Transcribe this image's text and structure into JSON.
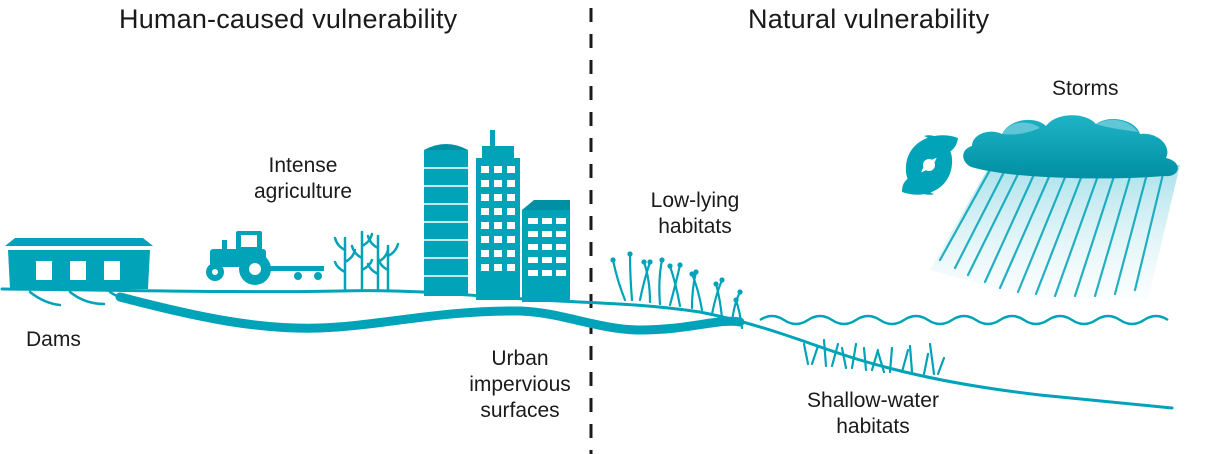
{
  "headings": {
    "left": "Human-caused vulnerability",
    "right": "Natural vulnerability"
  },
  "labels": {
    "dams": "Dams",
    "agriculture": [
      "Intense",
      "agriculture"
    ],
    "urban": [
      "Urban",
      "impervious",
      "surfaces"
    ],
    "low_lying": [
      "Low-lying",
      "habitats"
    ],
    "shallow_water": [
      "Shallow-water",
      "habitats"
    ],
    "storms": "Storms"
  },
  "icons": [
    "dam-icon",
    "tractor-icon",
    "corn-icon",
    "skyscraper-icon",
    "reed-icon",
    "hurricane-icon",
    "rain-cloud-icon",
    "water-waves-icon"
  ],
  "colors": {
    "teal": "#00a3b8",
    "teal_dark": "#008fa3",
    "teal_light": "#bfe8ef",
    "text": "#1a1a1a",
    "divider": "#1a1a1a"
  }
}
